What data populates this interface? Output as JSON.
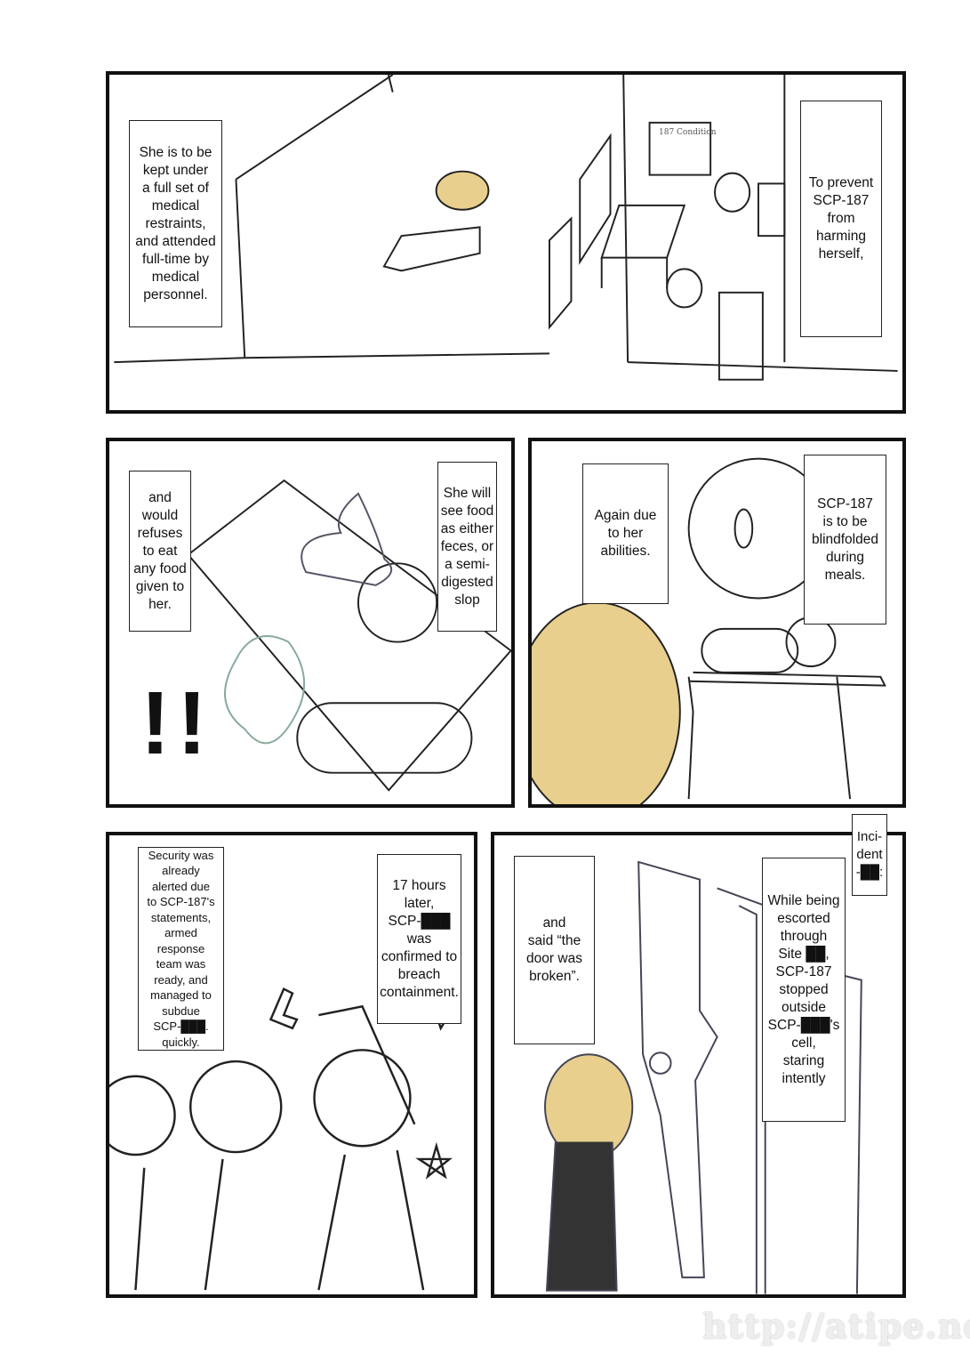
{
  "panels": [
    {
      "captions": [
        "She is to be\nkept under\na full set of\nmedical\nrestraints,\nand attended\nfull-time by\nmedical\npersonnel.",
        "To prevent\nSCP-187\nfrom\nharming\nherself,"
      ],
      "sign": "187 Condition"
    },
    {
      "captions": [
        "and\nwould\nrefuses\nto eat\nany food\ngiven to\nher.",
        "She will\nsee food\nas either\nfeces, or\na semi-\ndigested\nslop"
      ],
      "sfx": "!!"
    },
    {
      "captions": [
        "Again due\nto her\nabilities.",
        "SCP-187\nis to be\nblindfolded\nduring\nmeals."
      ]
    },
    {
      "captions": [
        "Security was\nalready\nalerted due\nto SCP-187's\nstatements,\narmed\nresponse\nteam was\nready, and\nmanaged to\nsubdue\nSCP-███.\nquickly.",
        "17 hours\nlater,\nSCP-███\nwas\nconfirmed to\nbreach\ncontainment."
      ]
    },
    {
      "captions": [
        "and\nsaid “the\ndoor was\nbroken”.",
        "While being\nescorted\nthrough\nSite ██,\nSCP-187\nstopped\noutside\nSCP-███'s\ncell,\nstaring\nintently",
        "Inci-\ndent\n-██:"
      ]
    }
  ],
  "watermark": "http://atipe.net/",
  "colors": {
    "hair": "#e8cf8e",
    "border": "#111111"
  }
}
